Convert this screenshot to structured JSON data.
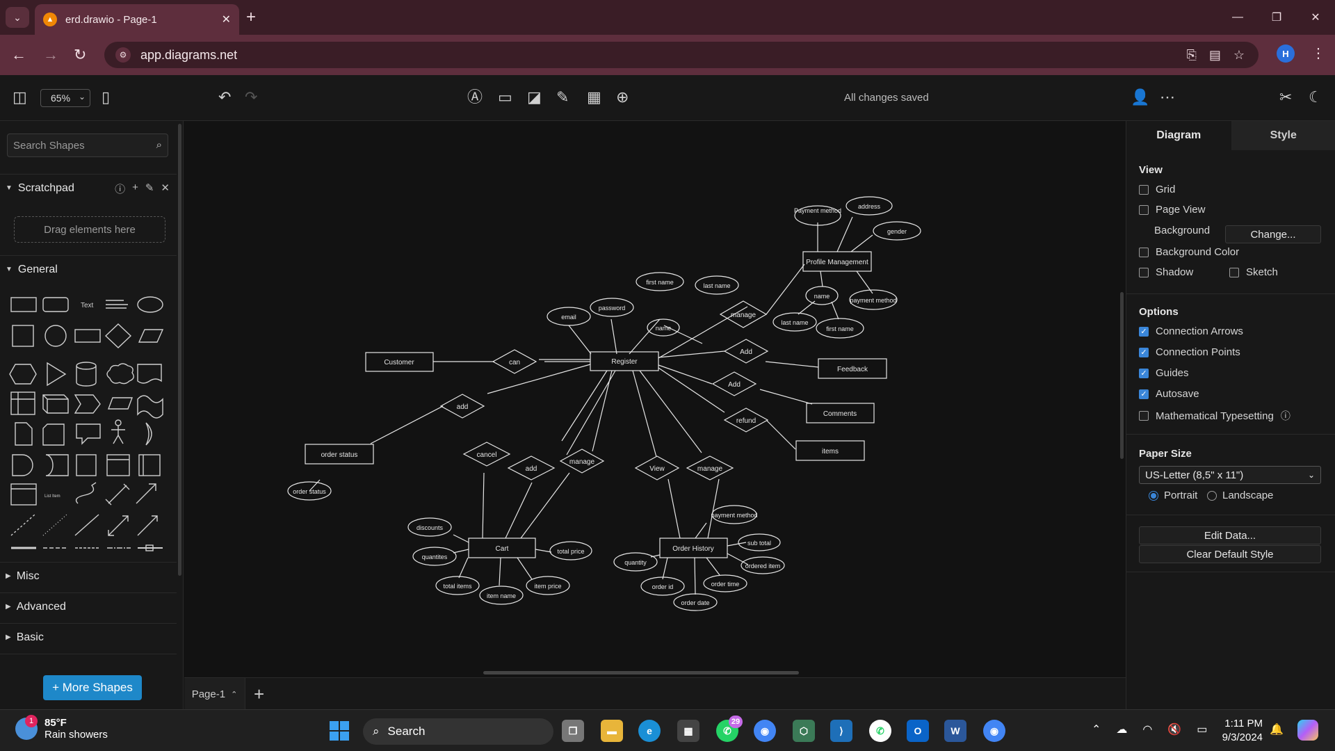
{
  "browser": {
    "tab_title": "erd.drawio - Page-1",
    "url": "app.diagrams.net",
    "profile_initial": "H"
  },
  "toolbar": {
    "zoom": "65%",
    "status": "All changes saved"
  },
  "left_panel": {
    "search_placeholder": "Search Shapes",
    "scratchpad_label": "Scratchpad",
    "drop_hint": "Drag elements here",
    "general_label": "General",
    "shape_text_label": "Text",
    "sections": [
      "Misc",
      "Advanced",
      "Basic"
    ],
    "more_shapes": "+ More Shapes"
  },
  "page_bar": {
    "page_name": "Page-1"
  },
  "right_panel": {
    "tabs": [
      "Diagram",
      "Style"
    ],
    "view_heading": "View",
    "grid": "Grid",
    "page_view": "Page View",
    "background": "Background",
    "change": "Change...",
    "background_color": "Background Color",
    "shadow": "Shadow",
    "sketch": "Sketch",
    "options_heading": "Options",
    "connection_arrows": "Connection Arrows",
    "connection_points": "Connection Points",
    "guides": "Guides",
    "autosave": "Autosave",
    "math": "Mathematical Typesetting",
    "paper_size_heading": "Paper Size",
    "paper_size": "US-Letter (8,5\" x 11\")",
    "portrait": "Portrait",
    "landscape": "Landscape",
    "edit_data": "Edit Data...",
    "clear_style": "Clear Default Style"
  },
  "diagram": {
    "entities": [
      "Customer",
      "Register",
      "Profile Management",
      "Feedback",
      "Comments",
      "items",
      "order status",
      "Cart",
      "Order History"
    ],
    "relationships": [
      "can",
      "manage",
      "Add",
      "Add",
      "refund",
      "add",
      "cancel",
      "add",
      "manage",
      "View",
      "manage"
    ],
    "attributes": [
      "Payment method",
      "address",
      "gender",
      "name",
      "payment method",
      "last name",
      "first name",
      "first name",
      "last name",
      "email",
      "password",
      "name",
      "order status",
      "discounts",
      "quantites",
      "total items",
      "item name",
      "item price",
      "total price",
      "payment method",
      "sub total",
      "ordered item",
      "quantity",
      "order id",
      "order date",
      "order time"
    ]
  },
  "taskbar": {
    "weather_temp": "85°F",
    "weather_desc": "Rain showers",
    "weather_badge": "1",
    "search": "Search",
    "whatsapp_badge": "29",
    "time": "1:11 PM",
    "date": "9/3/2024"
  }
}
